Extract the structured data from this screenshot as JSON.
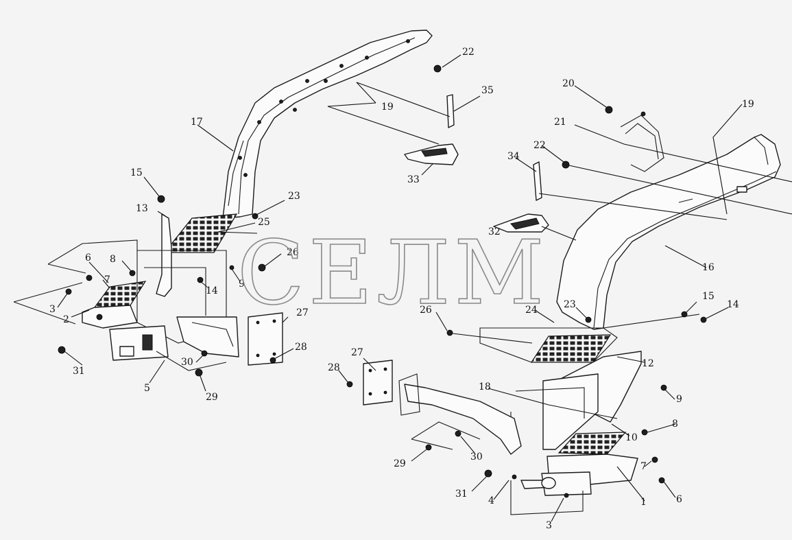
{
  "watermark": "СЕЛМ",
  "callouts": [
    "1",
    "2",
    "3",
    "3",
    "4",
    "5",
    "6",
    "6",
    "7",
    "7",
    "8",
    "8",
    "9",
    "9",
    "10",
    "12",
    "13",
    "14",
    "14",
    "15",
    "15",
    "16",
    "17",
    "18",
    "19",
    "19",
    "20",
    "21",
    "22",
    "22",
    "23",
    "23",
    "24",
    "25",
    "26",
    "26",
    "27",
    "27",
    "28",
    "28",
    "29",
    "29",
    "30",
    "30",
    "31",
    "31",
    "32",
    "33",
    "34",
    "35"
  ]
}
